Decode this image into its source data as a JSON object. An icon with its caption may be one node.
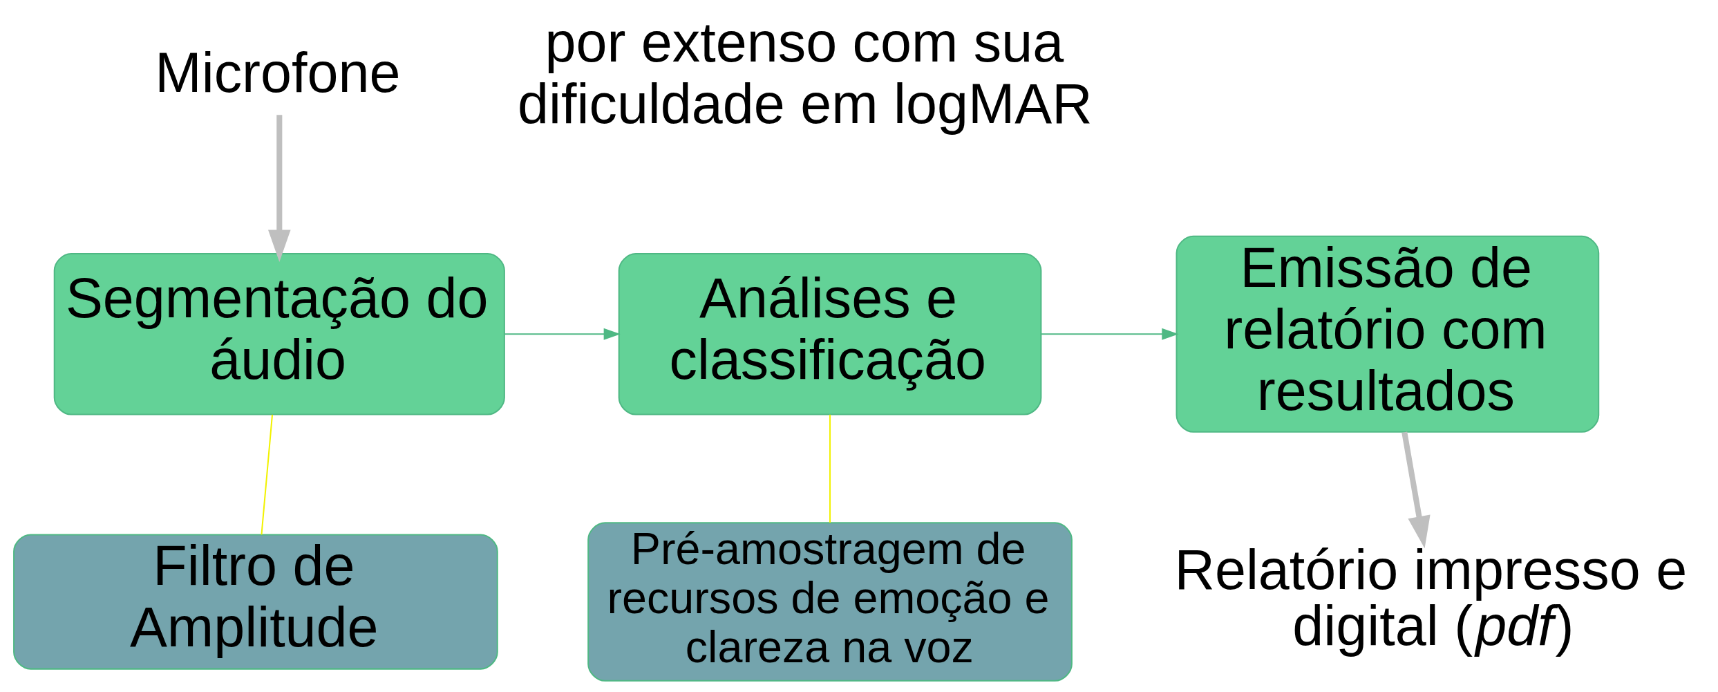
{
  "diagram": {
    "nodes": [
      {
        "text": [
          "Microfone"
        ]
      },
      {
        "text": [
          "Segmentação do áudio"
        ]
      },
      {
        "text": [
          "Análises e classificação"
        ]
      },
      {
        "text": [
          "Emissão de relatório com resultados"
        ]
      },
      {
        "text": [
          "Filtro de Amplitude"
        ]
      },
      {
        "text": [
          "Pré-amostragem de recursos de emoção e clareza na voz"
        ]
      },
      {
        "text": [
          "Relatório impresso e digital (*pdf*)"
        ]
      }
    ],
    "edges": [
      {
        "from": 0,
        "to": 1,
        "arrow": "to",
        "color": "#bfbfbf",
        "style": "thick"
      },
      {
        "from": 1,
        "to": 2,
        "arrow": "to",
        "color": "#4fb884"
      },
      {
        "from": 2,
        "to": 3,
        "arrow": "to",
        "color": "#4fb884"
      },
      {
        "from": 1,
        "to": 4,
        "arrow": "none",
        "color": "#f2f200"
      },
      {
        "from": 2,
        "to": 5,
        "arrow": "none",
        "color": "#f2f200"
      },
      {
        "from": 3,
        "to": 6,
        "arrow": "to",
        "color": "#bfbfbf",
        "style": "thick"
      }
    ],
    "labels": [
      "por extenso com sua dificuldade em logMAR"
    ]
  }
}
